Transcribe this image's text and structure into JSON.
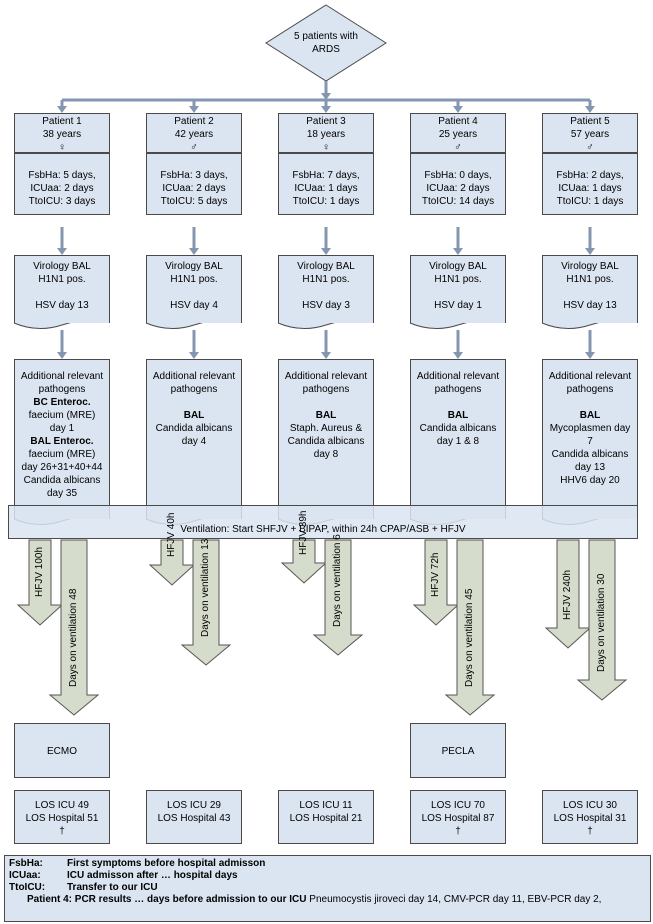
{
  "start": "5 patients with ARDS",
  "patients": [
    {
      "header": [
        "Patient 1",
        "38 years",
        "♀"
      ],
      "times": [
        "FsbHa: 5 days,",
        "ICUaa: 2 days",
        "TtoICU: 3 days"
      ],
      "virology": [
        "Virology BAL",
        "H1N1 pos.",
        "",
        "HSV day 13"
      ],
      "pathogens": [
        "Additional relevant",
        "pathogens",
        "BC Enteroc.",
        "faecium (MRE)",
        "day 1",
        "BAL Enteroc.",
        "faecium (MRE)",
        "day 26+31+40+44",
        "Candida albicans",
        "day 35"
      ],
      "hfjv": "HFJV 100h",
      "vent_days": "Days on ventilation 48",
      "outcome": "ECMO",
      "los": [
        "LOS ICU 49",
        "LOS Hospital 51",
        "†"
      ]
    },
    {
      "header": [
        "Patient 2",
        "42 years",
        "♂"
      ],
      "times": [
        "FsbHa: 3 days,",
        "ICUaa: 2 days",
        "TtoICU: 5 days"
      ],
      "virology": [
        "Virology BAL",
        "H1N1 pos.",
        "",
        "HSV day 4"
      ],
      "pathogens": [
        "Additional relevant",
        "pathogens",
        "",
        "BAL",
        "Candida albicans",
        "day 4"
      ],
      "hfjv": "HFJV 40h",
      "vent_days": "Days on ventilation 13",
      "outcome": "",
      "los": [
        "LOS ICU 29",
        "LOS Hospital 43",
        ""
      ]
    },
    {
      "header": [
        "Patient 3",
        "18 years",
        "♀"
      ],
      "times": [
        "FsbHa: 7 days,",
        "ICUaa: 1 days",
        "TtoICU: 1 days"
      ],
      "virology": [
        "Virology BAL",
        "H1N1 pos.",
        "",
        "HSV day 3"
      ],
      "pathogens": [
        "Additional relevant",
        "pathogens",
        "",
        "BAL",
        "Staph. Aureus &",
        "Candida albicans",
        "day 8"
      ],
      "hfjv": "HFJV 39h",
      "vent_days": "Days on ventilation 6",
      "outcome": "",
      "los": [
        "LOS ICU 11",
        "LOS Hospital 21",
        ""
      ]
    },
    {
      "header": [
        "Patient 4",
        "25 years",
        "♂"
      ],
      "times": [
        "FsbHa: 0 days,",
        "ICUaa: 2 days",
        "TtoICU: 14 days"
      ],
      "virology": [
        "Virology BAL",
        "H1N1 pos.",
        "",
        "HSV day 1"
      ],
      "pathogens": [
        "Additional relevant",
        "pathogens",
        "",
        "BAL",
        "Candida albicans",
        "day 1 & 8"
      ],
      "hfjv": "HFJV 72h",
      "vent_days": "Days on ventilation 45",
      "outcome": "PECLA",
      "los": [
        "LOS ICU 70",
        "LOS Hospital 87",
        "†"
      ]
    },
    {
      "header": [
        "Patient 5",
        "57 years",
        "♂"
      ],
      "times": [
        "FsbHa: 2 days,",
        "ICUaa: 1 days",
        "TtoICU: 1 days"
      ],
      "virology": [
        "Virology BAL",
        "H1N1 pos.",
        "",
        "HSV day 13"
      ],
      "pathogens": [
        "Additional relevant",
        "pathogens",
        "",
        "BAL",
        "Mycoplasmen day",
        "7",
        "Candida albicans",
        "day 13",
        "HHV6 day 20"
      ],
      "hfjv": "HFJV 240h",
      "vent_days": "Days on ventilation 30",
      "outcome": "",
      "los": [
        "LOS ICU 30",
        "LOS Hospital 31",
        "†"
      ]
    }
  ],
  "ventilation": "Ventilation: Start SHFJV + BIPAP, within 24h CPAP/ASB + HFJV",
  "legend": {
    "fsbha_key": "FsbHa:",
    "fsbha_text": "First symptoms before hospital admisson",
    "icuaa_key": "ICUaa:",
    "icuaa_text": "ICU admisson after … hospital days",
    "ttoicu_key": "TtoICU:",
    "ttoicu_text": "Transfer to our ICU",
    "p4_key": "Patient 4: PCR results … days before admission to our ICU",
    "p4_text": "Pneumocystis jiroveci day 14, CMV-PCR day 11, EBV-PCR day 2,"
  },
  "colors": {
    "box_fill": "#dbe5f1",
    "arrow_fill": "#d6dccb",
    "line": "#8496b0"
  }
}
